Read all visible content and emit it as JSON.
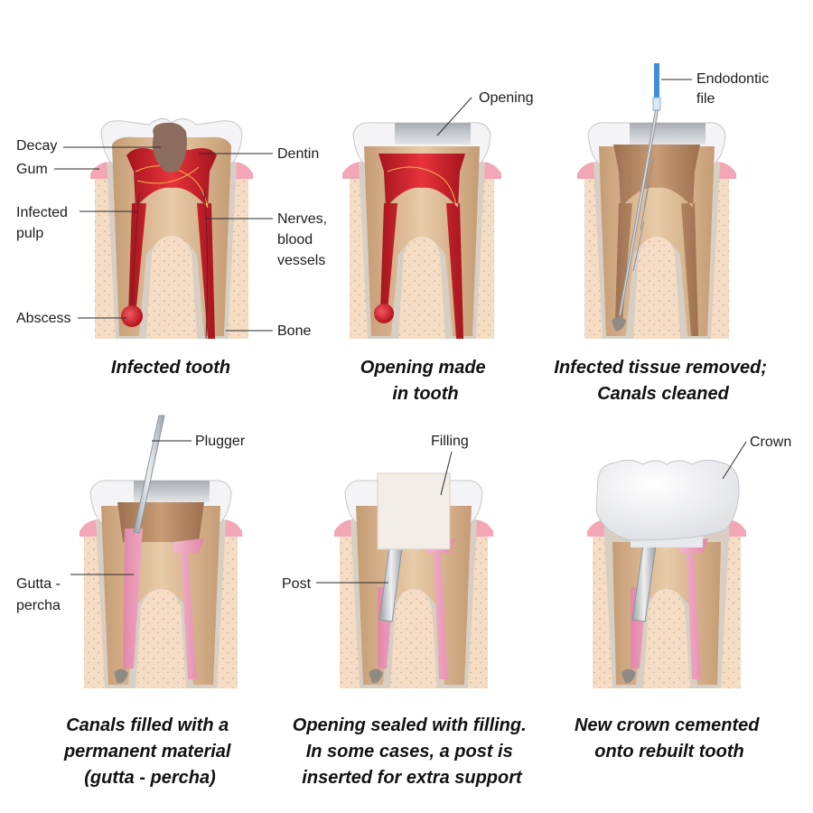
{
  "panels": [
    {
      "caption": [
        "Infected tooth"
      ],
      "labels": {
        "decay": "Decay",
        "gum": "Gum",
        "infected_pulp": [
          "Infected",
          "pulp"
        ],
        "abscess": "Abscess",
        "dentin": "Dentin",
        "nerves": [
          "Nerves,",
          "blood",
          "vessels"
        ],
        "bone": "Bone"
      }
    },
    {
      "caption": [
        "Opening made",
        "in tooth"
      ],
      "labels": {
        "opening": "Opening"
      }
    },
    {
      "caption": [
        "Infected tissue removed;",
        "Canals cleaned"
      ],
      "labels": {
        "file": [
          "Endodontic",
          "file"
        ]
      }
    },
    {
      "caption": [
        "Canals filled with a",
        "permanent material",
        "(gutta - percha)"
      ],
      "labels": {
        "plugger": "Plugger",
        "gutta": [
          "Gutta -",
          "percha"
        ]
      }
    },
    {
      "caption": [
        "Opening sealed with filling.",
        "In some cases, a post is",
        "inserted for extra support"
      ],
      "labels": {
        "filling": "Filling",
        "post": "Post"
      }
    },
    {
      "caption": [
        "New crown cemented",
        "onto rebuilt tooth"
      ],
      "labels": {
        "crown": "Crown"
      }
    }
  ],
  "colors": {
    "bone": "#f5dcc4",
    "bone_dots": "#caa98a",
    "gum": "#f2a6b6",
    "gray_band": "#d8cfc4",
    "dentin": "#e2c29f",
    "dentin_dark": "#c9a17a",
    "enamel": "#f4f4f6",
    "pulp_red": "#d2202a",
    "pulp_dark": "#a4141d",
    "pulp_brown": "#b0815c",
    "gutta_pink": "#f0aac3",
    "metal": "#cfd3d8",
    "file_blue": "#3d8fd6",
    "filling": "#f2ede6",
    "decay": "#8c6c5e",
    "abscess": "#cf1a25"
  }
}
